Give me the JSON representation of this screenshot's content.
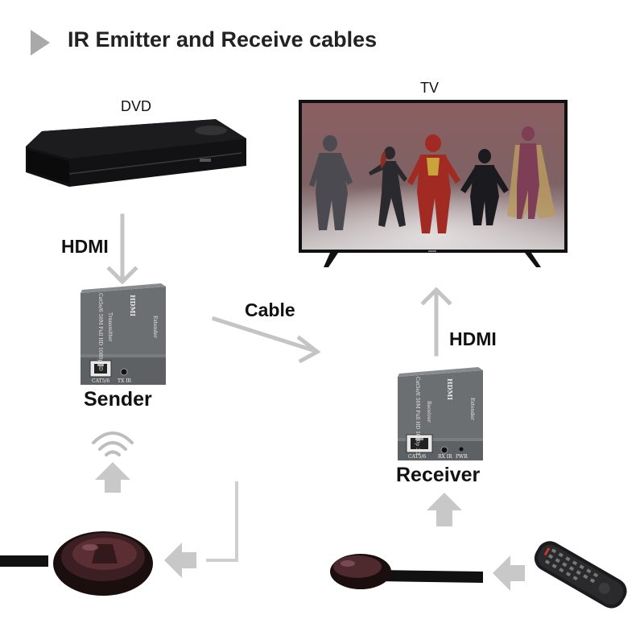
{
  "title": "IR Emitter and Receive cables",
  "devices": {
    "dvd_label": "DVD",
    "tv_label": "TV",
    "sender_label": "Sender",
    "receiver_label": "Receiver"
  },
  "connections": {
    "hdmi_left": "HDMI",
    "hdmi_right": "HDMI",
    "cable": "Cable"
  },
  "sender_box": {
    "brand": "HDMI",
    "name": "Extender",
    "spec": "Cat5e/6 50M Full HD 1080p 3D",
    "role": "Transmitter",
    "port_1": "CAT5/6",
    "port_2": "TX IR"
  },
  "receiver_box": {
    "brand": "HDMI",
    "name": "Extender",
    "spec": "Cat5e/6 50M Full HD 1080p 3D",
    "role": "Receiver",
    "port_1": "CAT5/6",
    "port_2": "RX IR",
    "port_3": "PWR"
  },
  "colors": {
    "arrow": "#c4c4c4",
    "box": "#6c6f72",
    "title_marker": "#a9a9a9",
    "text": "#111111"
  }
}
